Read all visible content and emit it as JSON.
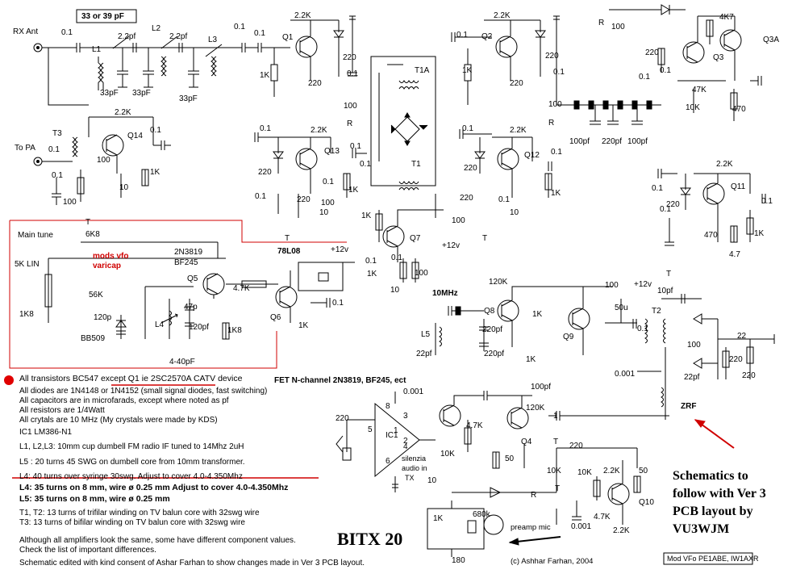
{
  "title": "BITX 20",
  "copyright": "(c) Ashhar Farhan, 2004",
  "credit": "Mod VFo PE1ABE, IW1AXR",
  "future_note": [
    "Schematics to",
    "follow with Ver 3",
    "PCB layout by",
    "VU3WJM"
  ],
  "mod_note": [
    "mods vfo",
    "varicap"
  ],
  "rx_label": "RX Ant",
  "pa_label": "To PA",
  "main_tune_label": "Main tune",
  "cap_box_label": "33 or 39 pF",
  "preamp_label": "preamp mic",
  "silenzia_label": [
    "silenzia",
    "audio in",
    "TX"
  ],
  "zrf_label": "ZRF",
  "fet_note": "FET N-channel 2N3819, BF245, ect",
  "regulator": "78L08",
  "crystal_freq": "10MHz",
  "notes": [
    "All transistors BC547 except Q1 ie 2SC2570A CATV device",
    "All diodes are 1N4148 or 1N4152 (small signal diodes, fast switching)",
    "All capacitors are in microfarads, except where noted as pf",
    "All resistors are 1/4Watt",
    "All crytals are 10 MHz (My crystals were made by KDS)",
    "IC1 LM386-N1",
    "L1, L2,L3: 10mm cup dumbell FM radio IF tuned to 14Mhz     2uH",
    "L5 : 20 turns 45 SWG on dumbell core from 10mm transformer.",
    "L4: 40 turns over syringe 30swg. Adjust to cover 4.0-4.350Mhz",
    "L4: 35 turns on 8 mm, wire ø 0.25 mm Adjust to cover 4.0-4.350Mhz",
    "L5: 35 turns on 8 mm, wire ø 0.25 mm",
    "T1, T2: 13 turns of trifilar winding on TV balun core with 32swg wire",
    "T3: 13 turns of bifilar winding on TV balun core with 32swg wire",
    "Although all amplifiers look the same, some have different component values.",
    "Check the list of important differences.",
    "Schematic edited with kind consent of Ashar Farhan to show changes made in Ver 3 PCB layout."
  ],
  "component_labels": [
    {
      "t": "0.1"
    },
    {
      "t": "L1"
    },
    {
      "t": "2.2pf"
    },
    {
      "t": "L2"
    },
    {
      "t": "2.2pf"
    },
    {
      "t": "L3"
    },
    {
      "t": "0.1"
    },
    {
      "t": "2.2K"
    },
    {
      "t": "0.1"
    },
    {
      "t": "Q1"
    },
    {
      "t": "220"
    },
    {
      "t": "1K"
    },
    {
      "t": "220"
    },
    {
      "t": "0.1"
    },
    {
      "t": "100"
    },
    {
      "t": "R"
    },
    {
      "t": "33pF"
    },
    {
      "t": "33pF"
    },
    {
      "t": "33pF"
    },
    {
      "t": "T3"
    },
    {
      "t": "2.2K"
    },
    {
      "t": "Q14"
    },
    {
      "t": "0.1"
    },
    {
      "t": "0.1"
    },
    {
      "t": "0.1"
    },
    {
      "t": "100"
    },
    {
      "t": "1K"
    },
    {
      "t": "100"
    },
    {
      "t": "10"
    },
    {
      "t": "T"
    },
    {
      "t": "2.2K"
    },
    {
      "t": "0.1"
    },
    {
      "t": "Q13"
    },
    {
      "t": "0.1"
    },
    {
      "t": "0.1"
    },
    {
      "t": "220"
    },
    {
      "t": "0.1"
    },
    {
      "t": "0.1"
    },
    {
      "t": "220"
    },
    {
      "t": "1K"
    },
    {
      "t": "100"
    },
    {
      "t": "10"
    },
    {
      "t": "T"
    },
    {
      "t": "T1A"
    },
    {
      "t": "T1"
    },
    {
      "t": "2.2K"
    },
    {
      "t": "0.1"
    },
    {
      "t": "Q2"
    },
    {
      "t": "220"
    },
    {
      "t": "1K"
    },
    {
      "t": "220"
    },
    {
      "t": "0.1"
    },
    {
      "t": "100"
    },
    {
      "t": "R"
    },
    {
      "t": "2.2K"
    },
    {
      "t": "Q12"
    },
    {
      "t": "0.1"
    },
    {
      "t": "0.1"
    },
    {
      "t": "220"
    },
    {
      "t": "1K"
    },
    {
      "t": "0.1"
    },
    {
      "t": "220"
    },
    {
      "t": "100"
    },
    {
      "t": "10"
    },
    {
      "t": "T"
    },
    {
      "t": "100pf"
    },
    {
      "t": "220pf"
    },
    {
      "t": "100pf"
    },
    {
      "t": "R"
    },
    {
      "t": "100"
    },
    {
      "t": "4K7"
    },
    {
      "t": "220"
    },
    {
      "t": "Q3"
    },
    {
      "t": "Q3A"
    },
    {
      "t": "0.1"
    },
    {
      "t": "47K"
    },
    {
      "t": "0.1"
    },
    {
      "t": "10K"
    },
    {
      "t": "470"
    },
    {
      "t": "2.2K"
    },
    {
      "t": "0.1"
    },
    {
      "t": "Q11"
    },
    {
      "t": "0.1"
    },
    {
      "t": "220"
    },
    {
      "t": "0.1"
    },
    {
      "t": "470"
    },
    {
      "t": "1K"
    },
    {
      "t": "4.7"
    },
    {
      "t": "T"
    },
    {
      "t": "6K8"
    },
    {
      "t": "2N3819"
    },
    {
      "t": "BF245"
    },
    {
      "t": "5K LIN"
    },
    {
      "t": "56K"
    },
    {
      "t": "1K8"
    },
    {
      "t": "Q5"
    },
    {
      "t": "4.7K"
    },
    {
      "t": "120p"
    },
    {
      "t": "L4"
    },
    {
      "t": "47p"
    },
    {
      "t": "120pf"
    },
    {
      "t": "1K8"
    },
    {
      "t": "BB509"
    },
    {
      "t": "4-40pF"
    },
    {
      "t": "Q6"
    },
    {
      "t": "1K"
    },
    {
      "t": "0.1"
    },
    {
      "t": "+12v"
    },
    {
      "t": "Q7"
    },
    {
      "t": "1K"
    },
    {
      "t": "0.1"
    },
    {
      "t": "1K"
    },
    {
      "t": "0.1"
    },
    {
      "t": "10"
    },
    {
      "t": "100"
    },
    {
      "t": "+12v"
    },
    {
      "t": "120K"
    },
    {
      "t": "Q8"
    },
    {
      "t": "100"
    },
    {
      "t": "+12v"
    },
    {
      "t": "1K"
    },
    {
      "t": "Q9"
    },
    {
      "t": "220pf"
    },
    {
      "t": "220pf"
    },
    {
      "t": "1K"
    },
    {
      "t": "L5"
    },
    {
      "t": "22pf"
    },
    {
      "t": "10pf"
    },
    {
      "t": "50u"
    },
    {
      "t": "T2"
    },
    {
      "t": "0.1"
    },
    {
      "t": "100"
    },
    {
      "t": "22"
    },
    {
      "t": "220"
    },
    {
      "t": "220"
    },
    {
      "t": "0.001"
    },
    {
      "t": "22pf"
    },
    {
      "t": "0.001"
    },
    {
      "t": "100pf"
    },
    {
      "t": "120K"
    },
    {
      "t": "220"
    },
    {
      "t": "5"
    },
    {
      "t": "1"
    },
    {
      "t": "IC1"
    },
    {
      "t": "3"
    },
    {
      "t": "2"
    },
    {
      "t": "4"
    },
    {
      "t": "6"
    },
    {
      "t": "8"
    },
    {
      "t": "4.7K"
    },
    {
      "t": "Q4"
    },
    {
      "t": "1"
    },
    {
      "t": "10K"
    },
    {
      "t": "50"
    },
    {
      "t": "T"
    },
    {
      "t": "220"
    },
    {
      "t": "10K"
    },
    {
      "t": "T"
    },
    {
      "t": "2.2K"
    },
    {
      "t": "10K"
    },
    {
      "t": "50"
    },
    {
      "t": "Q10"
    },
    {
      "t": "4.7K"
    },
    {
      "t": "0.001"
    },
    {
      "t": "2.2K"
    },
    {
      "t": "R"
    },
    {
      "t": "1K"
    },
    {
      "t": "680k"
    },
    {
      "t": "180"
    },
    {
      "t": "10"
    }
  ]
}
